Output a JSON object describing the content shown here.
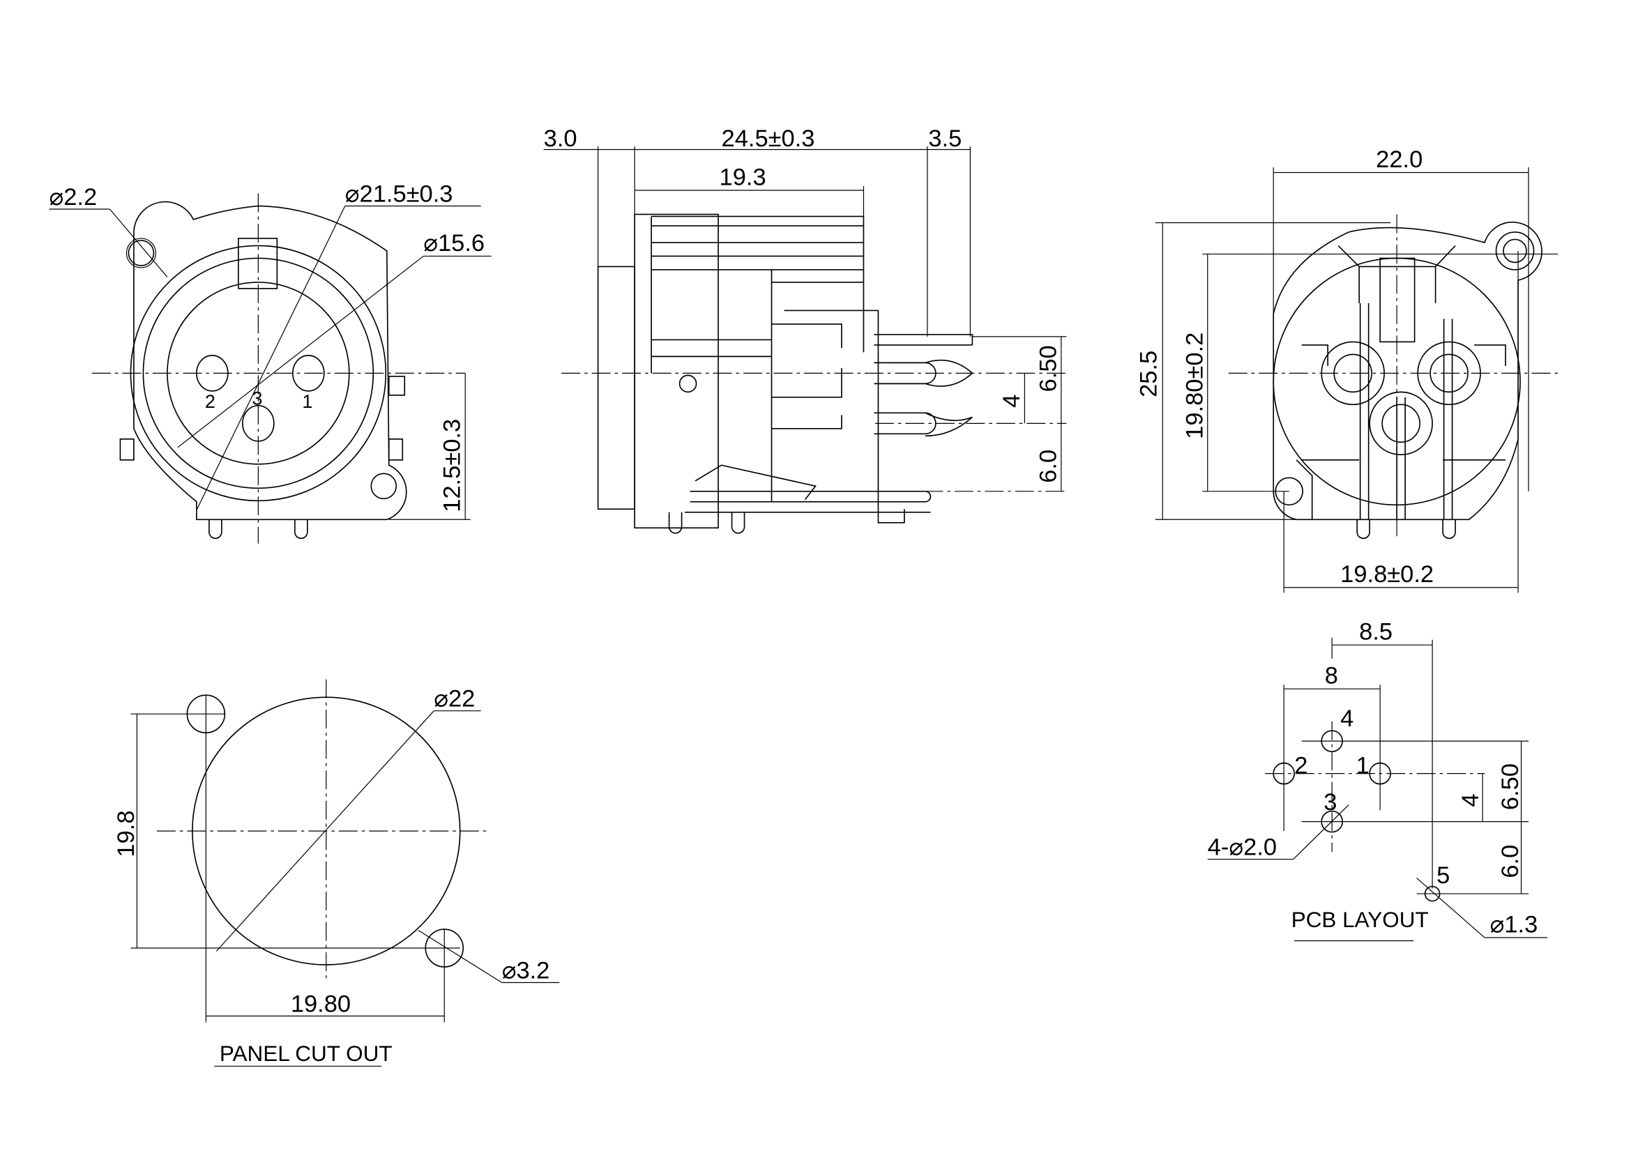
{
  "front_view": {
    "hole_dia": "⌀2.2",
    "outer_dia": "⌀21.5±0.3",
    "inner_dia": "⌀15.6",
    "height": "12.5±0.3",
    "pin_labels": [
      "2",
      "3",
      "1"
    ]
  },
  "side_view": {
    "flange": "3.0",
    "total_length": "24.5±0.3",
    "pin_length": "3.5",
    "body_length": "19.3",
    "pitch_650": "6.50",
    "pitch_4": "4",
    "pitch_60": "6.0"
  },
  "rear_view": {
    "width": "22.0",
    "height": "25.5",
    "hole_vertical": "19.80±0.2",
    "hole_horizontal": "19.8±0.2"
  },
  "panel_cutout": {
    "dia": "⌀22",
    "vertical": "19.8",
    "hole_dia": "⌀3.2",
    "horizontal": "19.80",
    "title": "PANEL CUT OUT"
  },
  "pcb_layout": {
    "dim_85": "8.5",
    "dim_8": "8",
    "pins": [
      "4",
      "2",
      "1",
      "3",
      "5"
    ],
    "hole_note": "4-⌀2.0",
    "dim_4": "4",
    "dim_650": "6.50",
    "dim_60": "6.0",
    "pin5_dia": "⌀1.3",
    "title": "PCB LAYOUT"
  }
}
